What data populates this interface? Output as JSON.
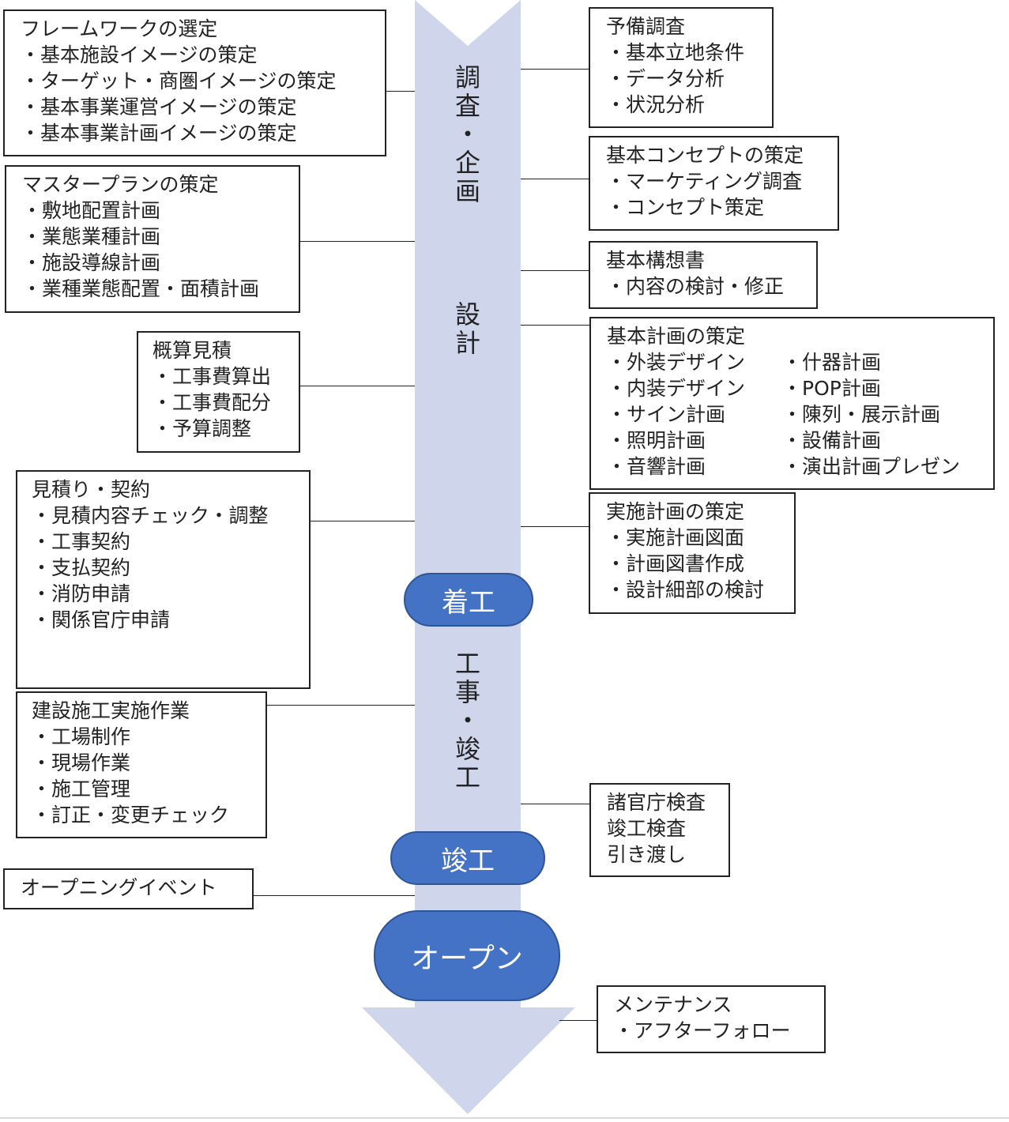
{
  "colors": {
    "arrow": "#CFD5EA",
    "milestone_fill": "#4472C4",
    "milestone_border": "#2F5597",
    "box_border": "#222222"
  },
  "phases": {
    "survey": [
      "調",
      "査",
      "・",
      "企",
      "画"
    ],
    "design": [
      "設",
      "計"
    ],
    "construction": [
      "工",
      "事",
      "・",
      "竣",
      "工"
    ]
  },
  "milestones": {
    "start": "着工",
    "complete": "竣工",
    "open": "オープン"
  },
  "left_boxes": {
    "framework": {
      "title": "フレームワークの選定",
      "items": [
        "・基本施設イメージの策定",
        "・ターゲット・商圏イメージの策定",
        "・基本事業運営イメージの策定",
        "・基本事業計画イメージの策定"
      ]
    },
    "masterplan": {
      "title": "マスタープランの策定",
      "items": [
        "・敷地配置計画",
        "・業態業種計画",
        "・施設導線計画",
        "・業種業態配置・面積計画"
      ]
    },
    "estimate": {
      "title": "概算見積",
      "items": [
        "・工事費算出",
        "・工事費配分",
        "・予算調整"
      ]
    },
    "contract": {
      "title": "見積り・契約",
      "items": [
        "・見積内容チェック・調整",
        "・工事契約",
        "・支払契約",
        "・消防申請",
        "・関係官庁申請"
      ]
    },
    "construction_work": {
      "title": "建設施工実施作業",
      "items": [
        "・工場制作",
        "・現場作業",
        "・施工管理",
        "・訂正・変更チェック"
      ]
    },
    "opening_event": {
      "title": "オープニングイベント"
    }
  },
  "right_boxes": {
    "preliminary": {
      "title": "予備調査",
      "items": [
        "・基本立地条件",
        "・データ分析",
        "・状況分析"
      ]
    },
    "concept": {
      "title": "基本コンセプトの策定",
      "items": [
        "・マーケティング調査",
        "・コンセプト策定"
      ]
    },
    "plan_doc": {
      "title": "基本構想書",
      "items": [
        "・内容の検討・修正"
      ]
    },
    "basic_plan": {
      "title": "基本計画の策定",
      "col1": [
        "・外装デザイン",
        "・内装デザイン",
        "・サイン計画",
        "・照明計画",
        "・音響計画"
      ],
      "col2": [
        "・什器計画",
        "・POP計画",
        "・陳列・展示計画",
        "・設備計画",
        "・演出計画プレゼン"
      ]
    },
    "implementation": {
      "title": "実施計画の策定",
      "items": [
        "・実施計画図面",
        "・計画図書作成",
        "・設計細部の検討"
      ]
    },
    "inspection": {
      "items": [
        "諸官庁検査",
        "竣工検査",
        "引き渡し"
      ]
    },
    "maintenance": {
      "title": "メンテナンス",
      "items": [
        "・アフターフォロー"
      ]
    }
  }
}
